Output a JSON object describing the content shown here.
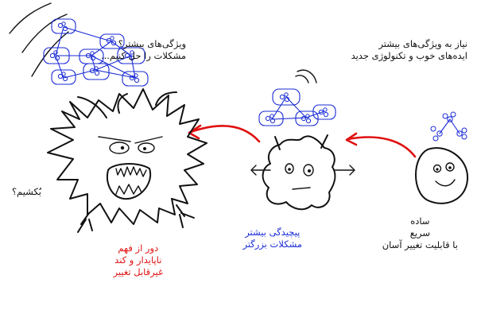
{
  "texts": {
    "left_question_lines": [
      "ویژگی‌های بیشتر؟",
      "مشکلات را حل کنیم..."
    ],
    "top_right_lines": [
      "نیاز به ویژگی‌های بیشتر",
      "ایده‌های خوب و تکنولوژی جدید"
    ],
    "pull_question": "بُکشیم؟",
    "simple_lines": [
      "ساده",
      "سریع",
      "با قابلیت تغییر آسان"
    ],
    "medium_lines": [
      "پیچیدگی بیشتر",
      "مشکلات بزرگتر"
    ],
    "monster_lines": [
      "دور از فهم",
      "ناپایدار و کند",
      "غیرقابل تغییر"
    ]
  },
  "colors": {
    "ink": "#111111",
    "idea_blue": "#1a2bd6",
    "arrow_red": "#e01010",
    "medium_label": "#1a2bd6",
    "monster_label": "#e01010"
  }
}
